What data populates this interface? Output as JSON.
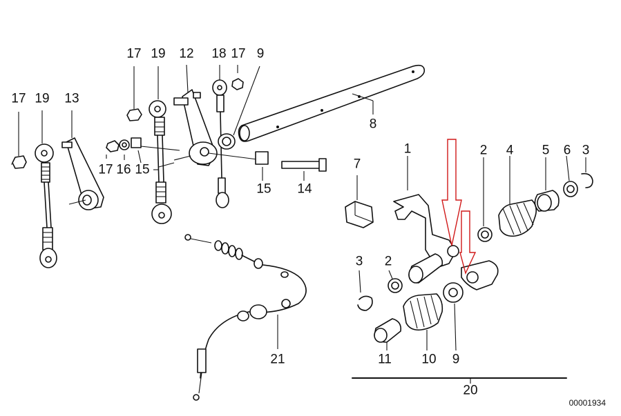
{
  "diagram": {
    "doc_number": "00001934",
    "callouts": [
      {
        "id": "c17a",
        "text": "17"
      },
      {
        "id": "c19a",
        "text": "19"
      },
      {
        "id": "c13",
        "text": "13"
      },
      {
        "id": "c17b",
        "text": "17"
      },
      {
        "id": "c19b",
        "text": "19"
      },
      {
        "id": "c12",
        "text": "12"
      },
      {
        "id": "c18",
        "text": "18"
      },
      {
        "id": "c17c",
        "text": "17"
      },
      {
        "id": "c9a",
        "text": "9"
      },
      {
        "id": "c8",
        "text": "8"
      },
      {
        "id": "c17d",
        "text": "17"
      },
      {
        "id": "c16",
        "text": "16"
      },
      {
        "id": "c15a",
        "text": "15"
      },
      {
        "id": "c15b",
        "text": "15"
      },
      {
        "id": "c14",
        "text": "14"
      },
      {
        "id": "c7",
        "text": "7"
      },
      {
        "id": "c1",
        "text": "1"
      },
      {
        "id": "c2a",
        "text": "2"
      },
      {
        "id": "c4",
        "text": "4"
      },
      {
        "id": "c5",
        "text": "5"
      },
      {
        "id": "c6",
        "text": "6"
      },
      {
        "id": "c3a",
        "text": "3"
      },
      {
        "id": "c3b",
        "text": "3"
      },
      {
        "id": "c2b",
        "text": "2"
      },
      {
        "id": "c21",
        "text": "21"
      },
      {
        "id": "c11",
        "text": "11"
      },
      {
        "id": "c10",
        "text": "10"
      },
      {
        "id": "c9b",
        "text": "9"
      },
      {
        "id": "c20",
        "text": "20"
      }
    ]
  }
}
